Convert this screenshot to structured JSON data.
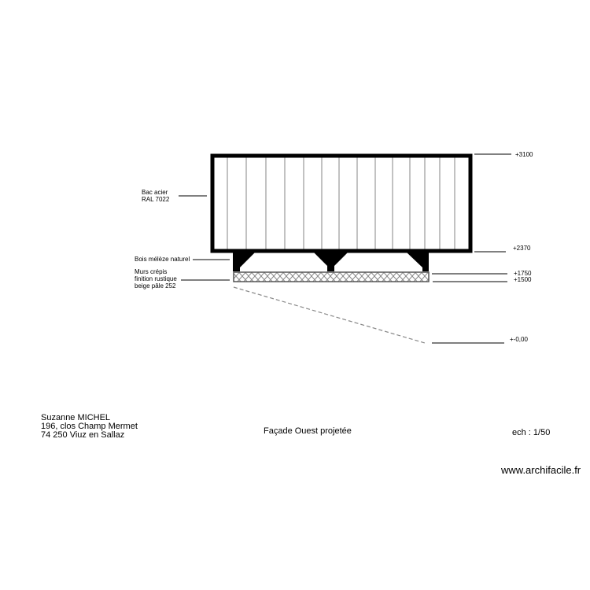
{
  "drawing": {
    "title": "Façade Ouest projetée",
    "scale": "ech : 1/50",
    "website": "www.archifacile.fr",
    "client": {
      "name": "Suzanne MICHEL",
      "address_line1": "196, clos Champ Mermet",
      "address_line2": "74 250 Viuz en Sallaz"
    },
    "annotations": [
      {
        "id": "cladding",
        "lines": [
          "Bac acier",
          "RAL 7022"
        ]
      },
      {
        "id": "timber",
        "lines": [
          "Bois mélèze naturel"
        ]
      },
      {
        "id": "walls",
        "lines": [
          "Murs crépis",
          "finition rustique",
          "beige pâle 252"
        ]
      }
    ],
    "levels": [
      {
        "id": "top",
        "label": "+3100"
      },
      {
        "id": "panel-bottom",
        "label": "+2370"
      },
      {
        "id": "wall-top",
        "label": "+1750"
      },
      {
        "id": "wall-bottom",
        "label": "+1500"
      },
      {
        "id": "ground",
        "label": "+-0,00"
      }
    ],
    "colors": {
      "ink": "#000000",
      "cladding_lines": "#999999",
      "hatch": "#888888",
      "dashed": "#888888"
    }
  }
}
